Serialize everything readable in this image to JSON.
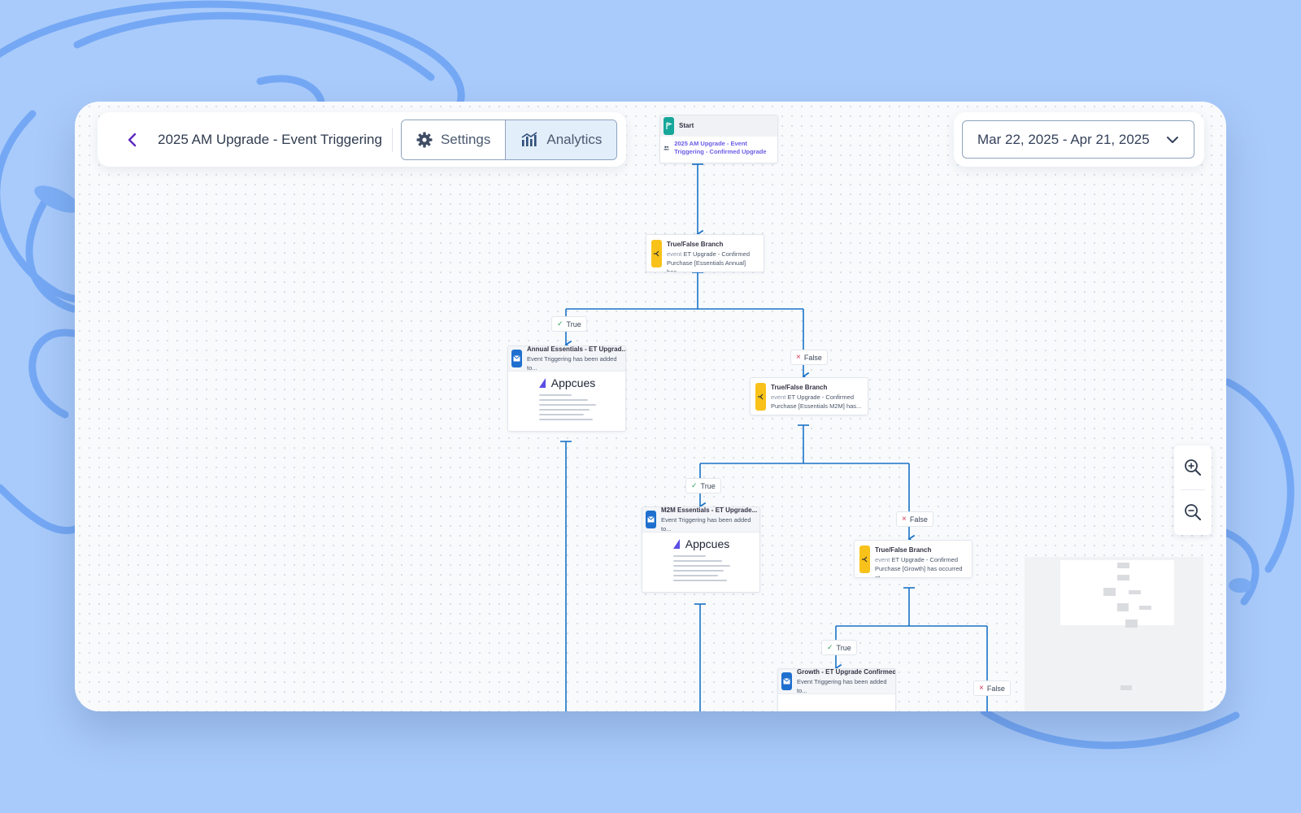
{
  "toolbar": {
    "title": "2025 AM Upgrade - Event Triggering",
    "settings_label": "Settings",
    "analytics_label": "Analytics"
  },
  "date_range": {
    "value": "Mar 22, 2025 - Apr 21, 2025"
  },
  "flow": {
    "start": {
      "title": "Start",
      "link": "2025 AM Upgrade - Event Triggering - Confirmed Upgrade"
    },
    "branch1": {
      "title": "True/False Branch",
      "desc_prefix": "event",
      "desc": "ET Upgrade - Confirmed Purchase [Essentials Annual] has..."
    },
    "email1": {
      "title": "Annual Essentials - ET Upgrad...",
      "desc": "Event Triggering has been added to...",
      "logo": "Appcues"
    },
    "branch2": {
      "title": "True/False Branch",
      "desc_prefix": "event",
      "desc": "ET Upgrade - Confirmed Purchase [Essentials M2M] has..."
    },
    "email2": {
      "title": "M2M Essentials - ET Upgrade...",
      "desc": "Event Triggering has been added to...",
      "logo": "Appcues"
    },
    "branch3": {
      "title": "True/False Branch",
      "desc_prefix": "event",
      "desc": "ET Upgrade - Confirmed Purchase [Growth] has occurred at..."
    },
    "email3": {
      "title": "Growth - ET Upgrade Confirmed",
      "desc": "Event Triggering has been added to..."
    },
    "labels": {
      "true": "True",
      "false": "False"
    }
  },
  "colors": {
    "connector": "#1a73c8",
    "accent_purple": "#5b2bbf",
    "start_badge": "#17a79a",
    "branch_badge": "#f8c21a",
    "email_badge": "#1f6fcf",
    "background": "#a9cbfb"
  },
  "icons": {
    "back": "chevron-left-icon",
    "settings": "gear-icon",
    "analytics": "bar-chart-icon",
    "date_dropdown": "chevron-down-icon",
    "zoom_in": "zoom-in-icon",
    "zoom_out": "zoom-out-icon"
  }
}
